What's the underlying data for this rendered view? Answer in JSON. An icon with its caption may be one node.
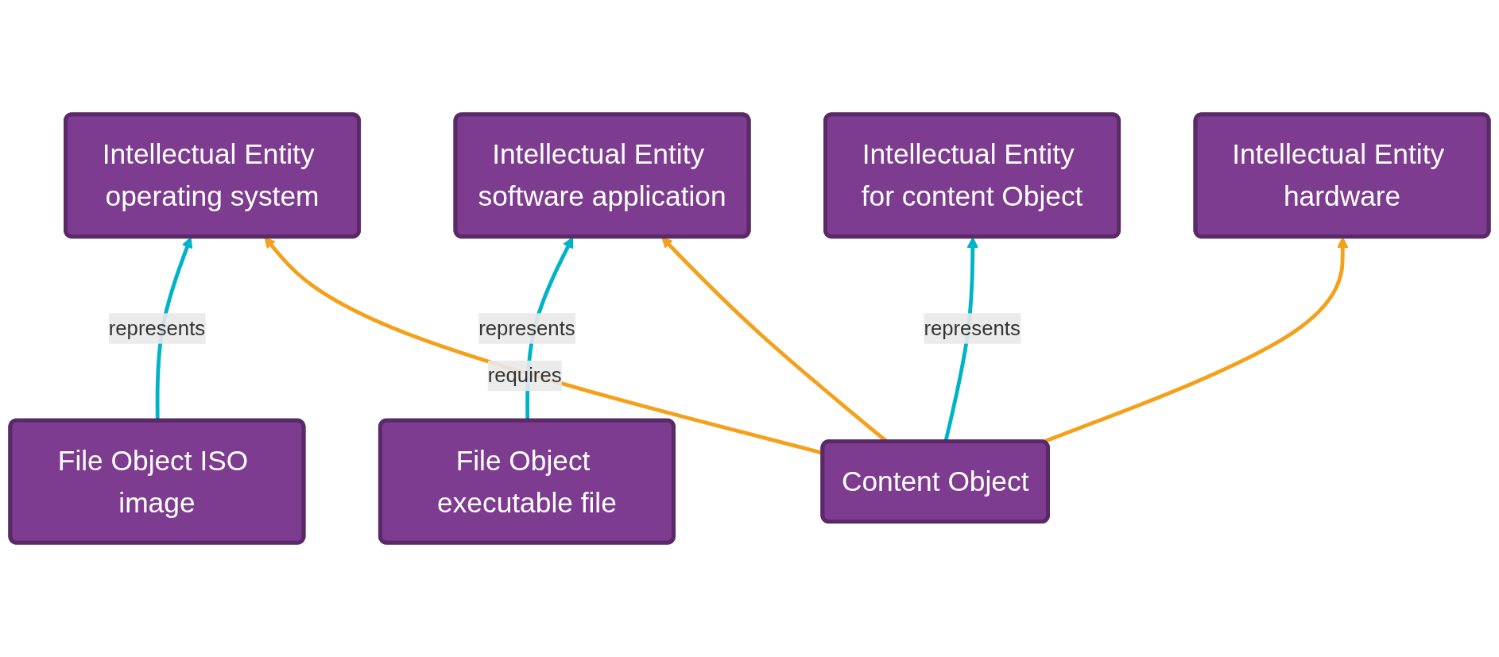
{
  "diagram": {
    "nodes": [
      {
        "text": [
          "Intellectual Entity for content Object"
        ]
      },
      {
        "text": [
          "Intellectual Entity hardware"
        ]
      },
      {
        "text": [
          "Intellectual Entity operating system"
        ]
      },
      {
        "text": [
          "Intellectual Entity software application"
        ]
      },
      {
        "text": [
          "File Object ISO image"
        ]
      },
      {
        "text": [
          "File Object executable file"
        ]
      },
      {
        "text": [
          "Content Object"
        ]
      }
    ],
    "edges": [
      {
        "from": 6,
        "to": 0,
        "arrow": "to",
        "label": "represents",
        "color": "#00b4c8"
      },
      {
        "from": 4,
        "to": 2,
        "arrow": "to",
        "label": "represents",
        "color": "#00b4c8"
      },
      {
        "from": 5,
        "to": 3,
        "arrow": "to",
        "label": "represents",
        "color": "#00b4c8"
      },
      {
        "from": 6,
        "to": 1,
        "arrow": "to",
        "color": "#f5a01a"
      },
      {
        "from": 6,
        "to": 2,
        "arrow": "to",
        "label": "requires",
        "color": "#f5a01a"
      },
      {
        "from": 6,
        "to": 3,
        "arrow": "to",
        "color": "#f5a01a"
      }
    ]
  }
}
